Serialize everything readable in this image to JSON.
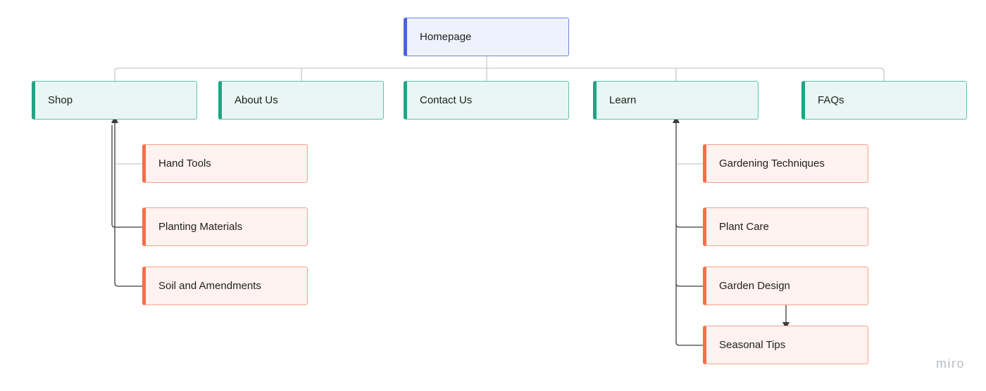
{
  "diagram": {
    "root": {
      "label": "Homepage"
    },
    "sections": [
      {
        "label": "Shop"
      },
      {
        "label": "About Us"
      },
      {
        "label": "Contact Us"
      },
      {
        "label": "Learn"
      },
      {
        "label": "FAQs"
      }
    ],
    "shop_children": [
      {
        "label": "Hand Tools"
      },
      {
        "label": "Planting Materials"
      },
      {
        "label": "Soil and Amendments"
      }
    ],
    "learn_children": [
      {
        "label": "Gardening Techniques"
      },
      {
        "label": "Plant Care"
      },
      {
        "label": "Garden Design"
      },
      {
        "label": "Seasonal Tips"
      }
    ]
  },
  "watermark": "miro",
  "colors": {
    "root_fill": "#eef2fc",
    "root_accent": "#4a63d9",
    "section_fill": "#e9f6f3",
    "section_accent": "#1ea587",
    "child_fill": "#fff2ef",
    "child_accent": "#f46e4a",
    "connector_light": "#c6c9cf",
    "connector_dark": "#3c3c3c"
  }
}
